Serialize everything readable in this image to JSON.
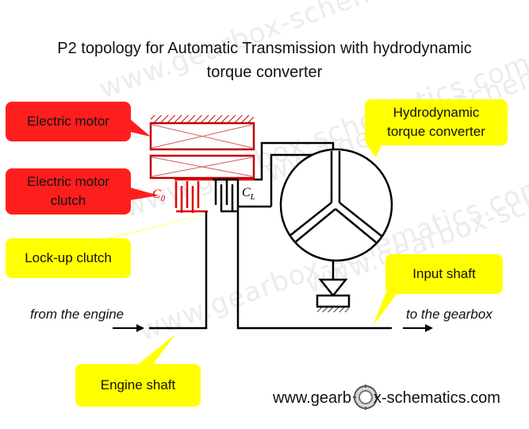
{
  "title": {
    "line1": "P2 topology for Automatic Transmission with hydrodynamic",
    "line2": "torque converter"
  },
  "callouts": {
    "electric_motor": "Electric motor",
    "electric_motor_clutch_line1": "Electric motor",
    "electric_motor_clutch_line2": "clutch",
    "lock_up_clutch": "Lock-up clutch",
    "torque_converter_line1": "Hydrodynamic",
    "torque_converter_line2": "torque converter",
    "input_shaft": "Input shaft",
    "engine_shaft": "Engine shaft"
  },
  "labels": {
    "c0_letter": "C",
    "c0_sub": "0",
    "cl_letter": "C",
    "cl_sub": "L"
  },
  "flow": {
    "from_engine": "from the engine",
    "to_gearbox": "to the gearbox"
  },
  "watermark": {
    "text": "www.gearbox-schematics.com",
    "url_left": "www.gearb",
    "url_right": "x-schematics.com"
  },
  "colors": {
    "callout_red": "#ff1e1e",
    "callout_yellow": "#ffff00",
    "clutch_red": "#e00000",
    "line": "#000000"
  }
}
